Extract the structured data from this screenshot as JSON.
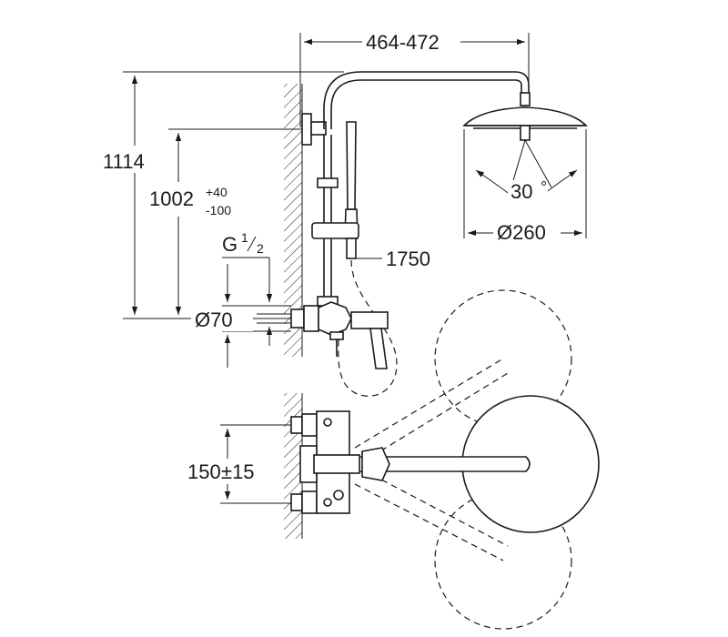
{
  "dimensions": {
    "outlet_spread": "464-472",
    "total_height": "1114",
    "mixer_height": "1002",
    "mixer_height_tol_plus": "+40",
    "mixer_height_tol_minus": "-100",
    "thread": "G",
    "thread_num": "1",
    "thread_den": "2",
    "escutcheon": "Ø70",
    "hose_length": "1750",
    "head_angle": "30",
    "head_angle_unit": "°",
    "head_diameter": "Ø260",
    "centre_distance": "150",
    "centre_distance_tol": "±15"
  }
}
